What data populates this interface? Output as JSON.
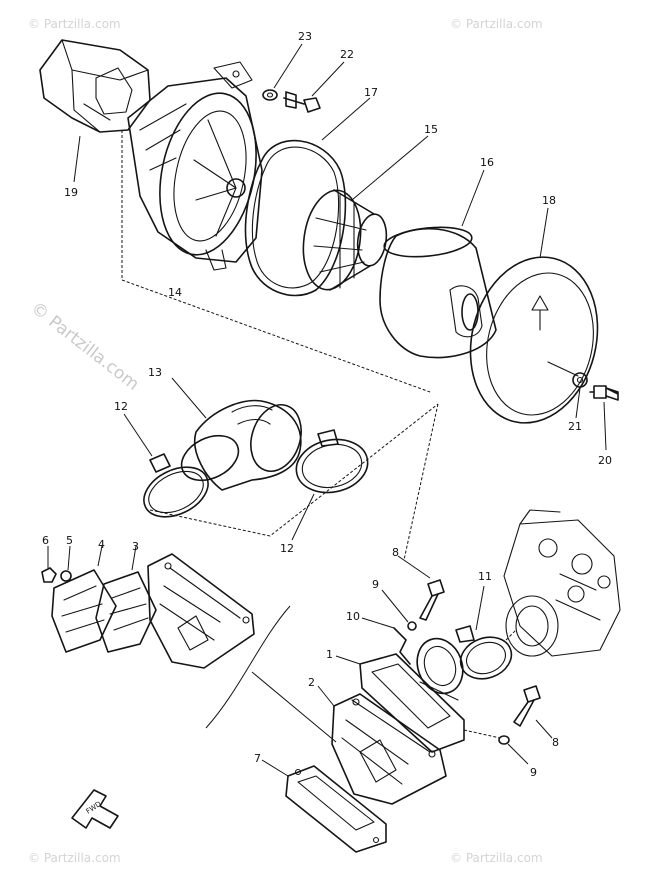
{
  "watermarks": {
    "diagonal": "© Partzilla.com",
    "corner_top_left": "© Partzilla.com",
    "corner_top_right": "© Partzilla.com",
    "corner_bottom_left": "© Partzilla.com",
    "corner_bottom_right": "© Partzilla.com"
  },
  "fwd_label": "FWD",
  "callouts": {
    "c23": "23",
    "c22": "22",
    "c17": "17",
    "c15": "15",
    "c16": "16",
    "c18": "18",
    "c19": "19",
    "c14": "14",
    "c13": "13",
    "c12a": "12",
    "c12b": "12",
    "c21": "21",
    "c20": "20",
    "c6a": "6",
    "c5": "5",
    "c4": "4",
    "c3": "3",
    "c8a": "8",
    "c9a": "9",
    "c11": "11",
    "c10": "10",
    "c1": "1",
    "c2": "2",
    "c8b": "8",
    "c9b": "9",
    "c7": "7"
  },
  "colors": {
    "ink": "#151515",
    "watermark": "#c9c9c9",
    "background": "#ffffff"
  }
}
